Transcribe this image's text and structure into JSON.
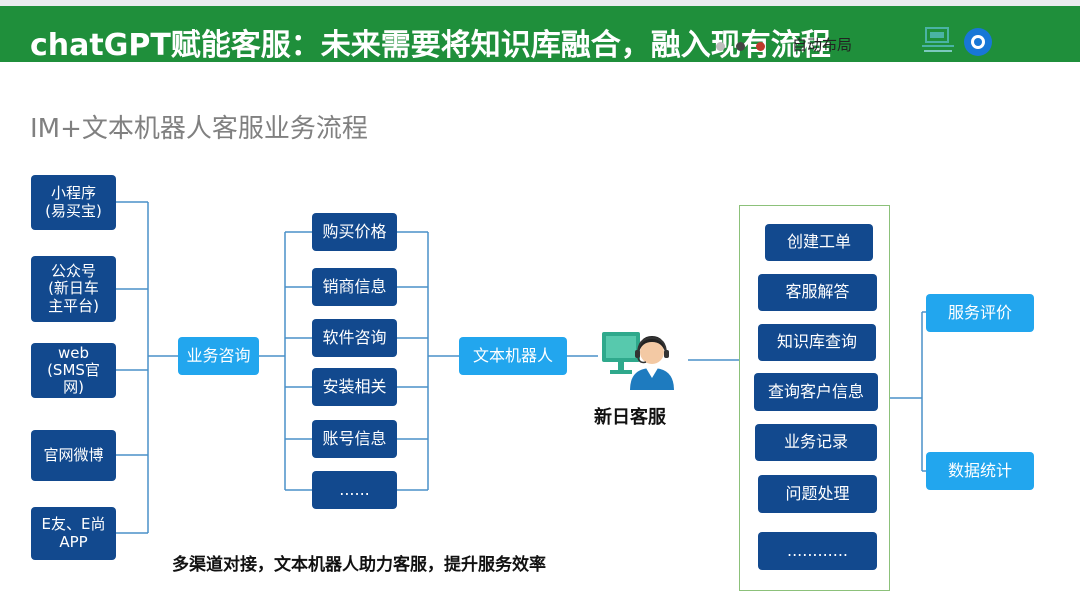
{
  "title": "chatGPT赋能客服：未来需要将知识库融合，融入现有流程",
  "overlay_text": "自动布局",
  "subtitle": "IM+文本机器人客服业务流程",
  "channels": [
    "小程序\n(易买宝)",
    "公众号\n(新日车\n主平台)",
    "web\n(SMS官\n网)",
    "官网微博",
    "E友、E尚\nAPP"
  ],
  "hub": "业务咨询",
  "categories": [
    "购买价格",
    "销商信息",
    "软件咨询",
    "安装相关",
    "账号信息",
    "......"
  ],
  "robot": "文本机器人",
  "agent_label": "新日客服",
  "workflow": [
    "创建工单",
    "客服解答",
    "知识库查询",
    "查询客户信息",
    "业务记录",
    "问题处理",
    "............"
  ],
  "results": [
    "服务评价",
    "数据统计"
  ],
  "caption": "多渠道对接，文本机器人助力客服，提升服务效率",
  "colors": {
    "header_green": "#1f8f3b",
    "dark_box": "#12498e",
    "light_box": "#22a6ee",
    "connector": "#4a90c8",
    "frame": "#8cc17a"
  },
  "icons": [
    "customer-service-agent-icon",
    "logo-icon",
    "brand-logo-icon"
  ]
}
